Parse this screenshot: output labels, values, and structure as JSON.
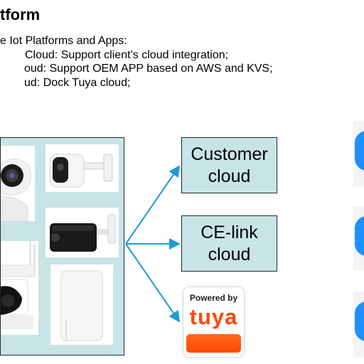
{
  "header": {
    "title": "tform",
    "bullets": [
      "e Iot Platforms and Apps:",
      "Cloud: Support client’s cloud integration;",
      "oud: Support OEM APP based on AWS and KVS;",
      "ud: Dock Tuya cloud;"
    ]
  },
  "diagram": {
    "devices": [
      "ptz-camera",
      "battery-camera",
      "solar-camera",
      "outdoor-ptz-camera",
      "router"
    ],
    "clouds": [
      {
        "label": "Customer\ncloud"
      },
      {
        "label": "CE-link\ncloud"
      }
    ],
    "tuya_badge": {
      "powered_by": "Powered by",
      "brand": "tuya"
    },
    "arrow_color": "#1f9ad6",
    "box_fill": "#c9e4e6",
    "accent_blue": "#1e90ff",
    "tuya_orange": "#ff4800"
  }
}
